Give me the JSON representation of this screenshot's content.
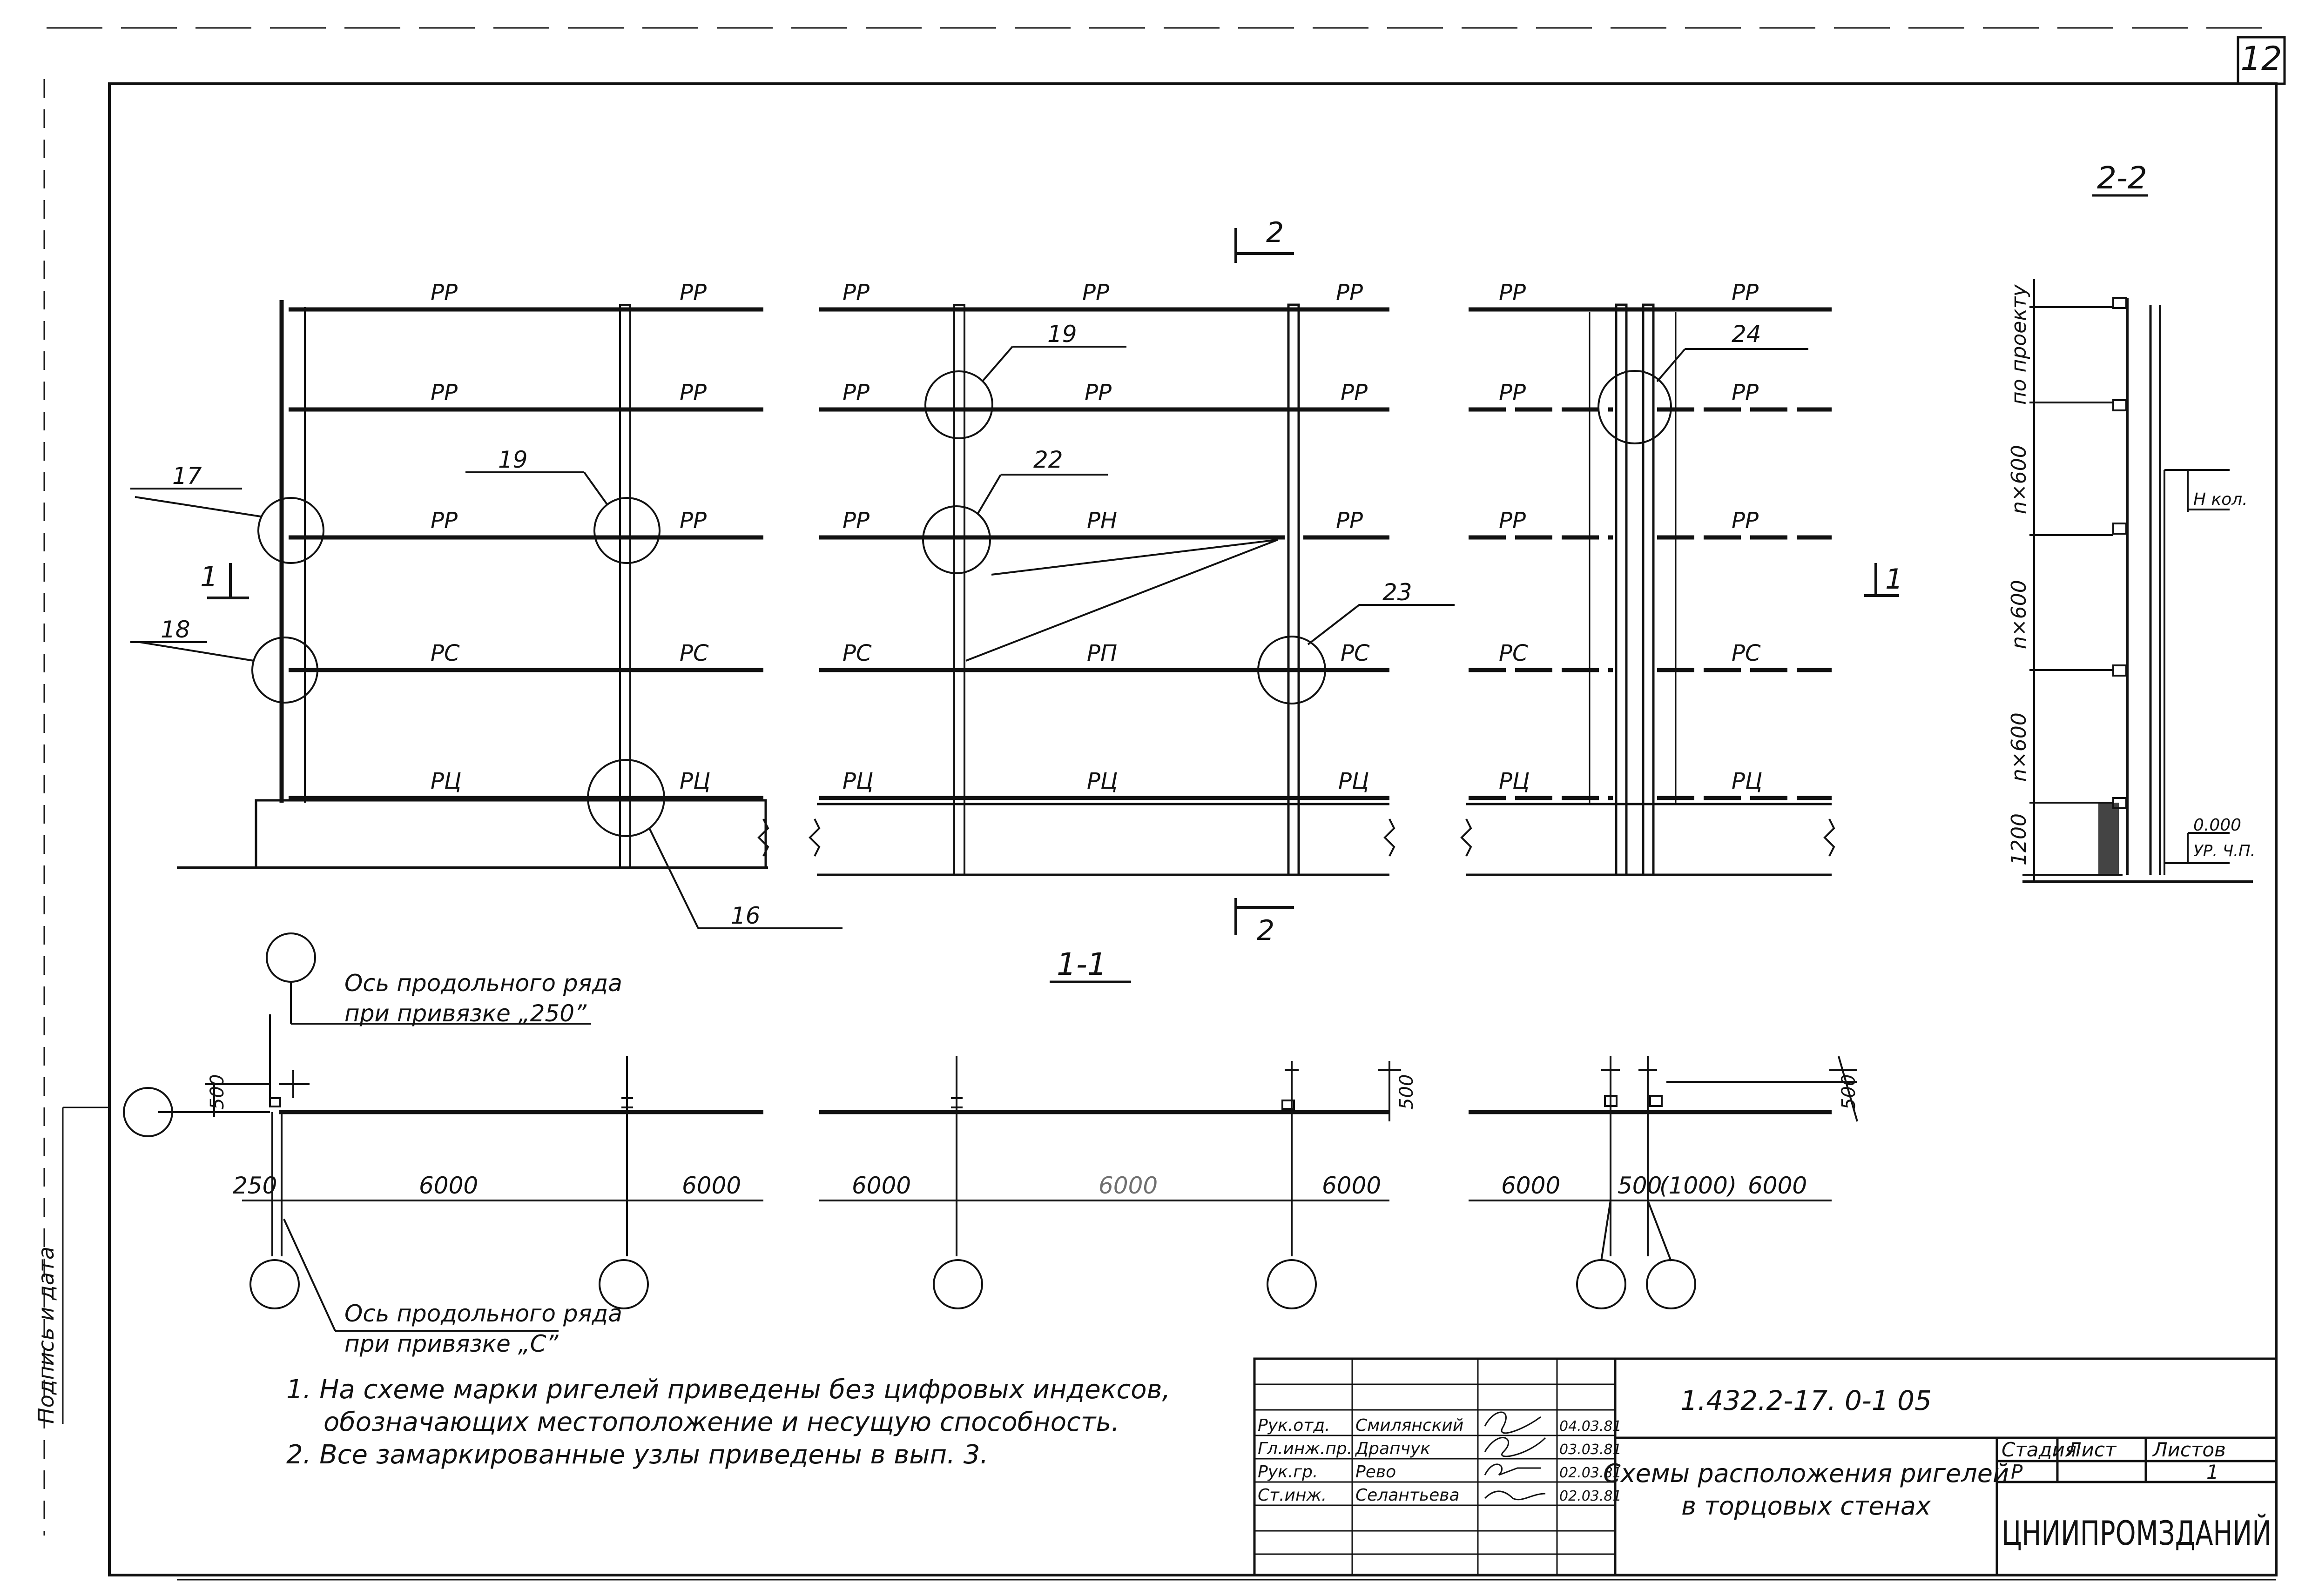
{
  "sheet_corner_number": "12",
  "elevation": {
    "riegel_labels": {
      "pp": "РР",
      "pc": "РС",
      "pcs": "РЦ",
      "pn": "РН",
      "pnl": "РП"
    },
    "node_numbers": {
      "n16": "16",
      "n17": "17",
      "n18": "18",
      "n19": "19",
      "n22": "22",
      "n23": "23",
      "n24": "24"
    },
    "section_mark": "2",
    "section_mark_side": "1"
  },
  "section_2_2": {
    "title": "2-2",
    "dims": [
      "1200",
      "n×600",
      "n×600",
      "n×600"
    ],
    "top_label": "по проекту",
    "mark_top": "H кол.",
    "mark_bottom_value": "0.000",
    "mark_bottom_label": "УР. Ч.П."
  },
  "plan_1_1": {
    "title": "1-1",
    "axis_note_top_line1": "Ось продольного ряда",
    "axis_note_top_line2": "при привязке „250”",
    "axis_note_bottom_line1": "Ось продольного ряда",
    "axis_note_bottom_line2": "при привязке „С”",
    "offset_dim": "500",
    "dims": {
      "d250": "250",
      "d6000": "6000",
      "d500": "500",
      "d1000": "(1000)"
    }
  },
  "notes": {
    "n1_line1": "1. На схеме марки ригелей приведены без цифровых индексов,",
    "n1_line2": "обозначающих местоположение и несущую способность.",
    "n2": "2. Все замаркированные узлы приведены в вып. 3."
  },
  "stamp": {
    "code": "1.432.2-17. 0-1 05",
    "title_line1": "Схемы расположения ригелей",
    "title_line2": "в торцовых стенах",
    "stage_label": "Стадия",
    "sheet_label": "Лист",
    "sheets_label": "Листов",
    "stage": "Р",
    "sheets": "1",
    "org": "ЦНИИПРОМЗДАНИЙ",
    "rows": [
      {
        "role": "Рук.отд.",
        "name": "Смилянский",
        "date": "04.03.81"
      },
      {
        "role": "Гл.инж.пр.",
        "name": "Драпчук",
        "date": "03.03.81"
      },
      {
        "role": "Рук.гр.",
        "name": "Рево",
        "date": "02.03.81"
      },
      {
        "role": "Ст.инж.",
        "name": "Селантьева",
        "date": "02.03.81"
      }
    ]
  },
  "margin_text": "Подпись и дата"
}
